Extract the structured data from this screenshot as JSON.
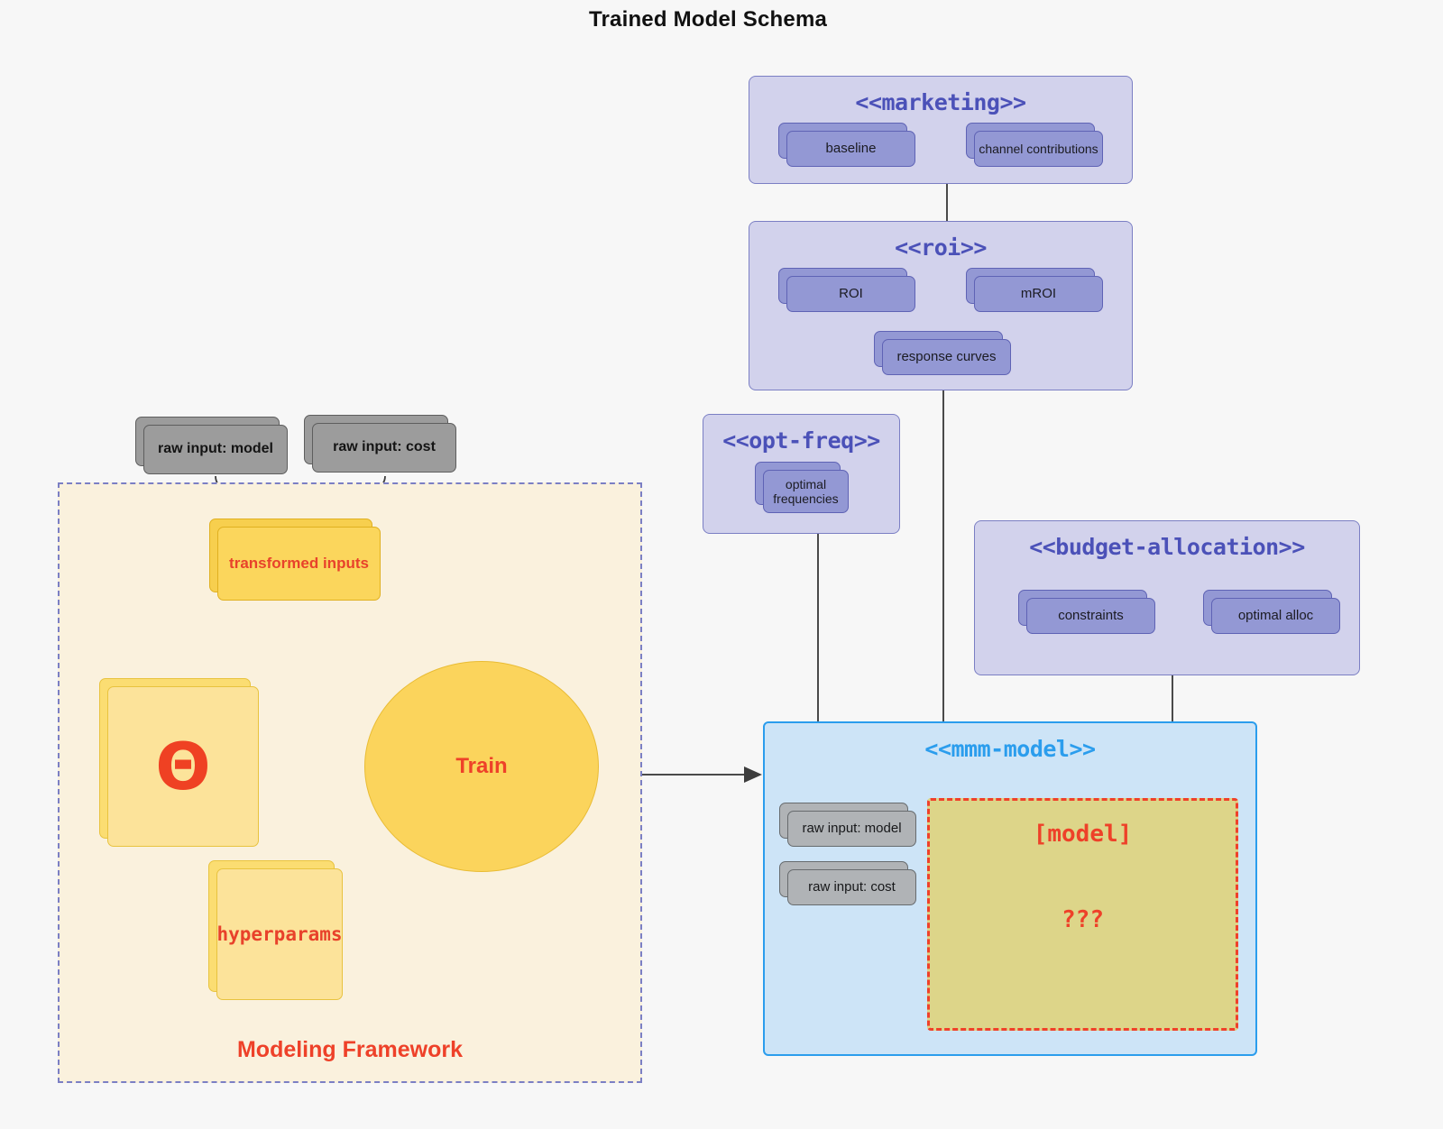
{
  "title": "Trained Model Schema",
  "packages": {
    "marketing": {
      "name": "<<marketing>>",
      "nodes": [
        {
          "label": "baseline"
        },
        {
          "label": "channel contributions"
        }
      ]
    },
    "roi": {
      "name": "<<roi>>",
      "nodes": [
        {
          "label": "ROI"
        },
        {
          "label": "mROI"
        },
        {
          "label": "response curves"
        }
      ]
    },
    "opt_freq": {
      "name": "<<opt-freq>>",
      "nodes": [
        {
          "label": "optimal\nfrequencies",
          "line1": "optimal",
          "line2": "frequencies"
        }
      ]
    },
    "budget_allocation": {
      "name": "<<budget-allocation>>",
      "nodes": [
        {
          "label": "constraints"
        },
        {
          "label": "optimal alloc"
        }
      ]
    },
    "mmm_model": {
      "name": "<<mmm-model>>",
      "nodes": [
        {
          "label": "raw input: model"
        },
        {
          "label": "raw input: cost"
        }
      ],
      "model_region": {
        "title": "[model]",
        "unknown": "???"
      }
    }
  },
  "framework": {
    "label": "Modeling Framework",
    "raw_inputs": [
      {
        "label": "raw input: model"
      },
      {
        "label": "raw input: cost"
      }
    ],
    "transformed_inputs": {
      "label": "transformed inputs"
    },
    "theta": {
      "label": "Θ"
    },
    "hyperparams": {
      "label": "hyperparams"
    },
    "train": {
      "label": "Train"
    }
  },
  "colors": {
    "background": "#f7f7f7",
    "package_fill": "#d2d2ec",
    "package_border": "#7b7fc4",
    "package_title": "#4b51b8",
    "node_purple": "#9398d4",
    "node_grey": "#b0b3b6",
    "framework_fill": "#faf1dd",
    "gold": "#fbd65c",
    "pale_yellow": "#fce39a",
    "accent_red": "#ee4129",
    "mmm_fill": "#cde4f7",
    "mmm_border": "#2b9ded",
    "model_region_fill": "#ddd589",
    "model_region_border": "#f0402a"
  }
}
